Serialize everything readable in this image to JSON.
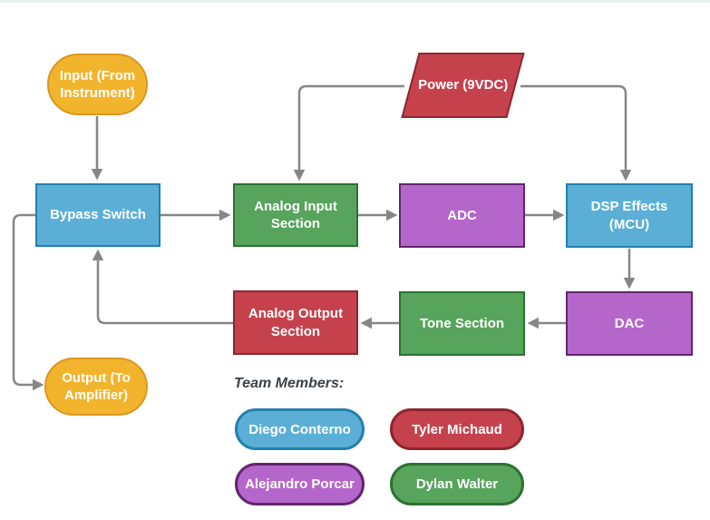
{
  "diagram": {
    "nodes": [
      {
        "id": "input-terminal",
        "label": "Input (From Instrument)",
        "shape": "stadium",
        "color": "yellow",
        "fill": "#F3B42D",
        "border": "#DB961E"
      },
      {
        "id": "bypass-switch",
        "label": "Bypass Switch",
        "shape": "rect",
        "color": "blue",
        "fill": "#5BAFD6",
        "border": "#2280AE"
      },
      {
        "id": "analog-input-section",
        "label": "Analog Input Section",
        "shape": "rect",
        "color": "green",
        "fill": "#57A45C",
        "border": "#2C7132"
      },
      {
        "id": "adc",
        "label": "ADC",
        "shape": "rect",
        "color": "purple",
        "fill": "#B566CB",
        "border": "#62256F"
      },
      {
        "id": "dsp-effects-mcu",
        "label": "DSP Effects (MCU)",
        "shape": "rect",
        "color": "blue",
        "fill": "#5BAFD6",
        "border": "#2280AE"
      },
      {
        "id": "power-9vdc",
        "label": "Power (9VDC)",
        "shape": "parallelogram",
        "color": "red",
        "fill": "#C5424D",
        "border": "#8E252E"
      },
      {
        "id": "dac",
        "label": "DAC",
        "shape": "rect",
        "color": "purple",
        "fill": "#B566CB",
        "border": "#62256F"
      },
      {
        "id": "tone-section",
        "label": "Tone Section",
        "shape": "rect",
        "color": "green",
        "fill": "#57A45C",
        "border": "#2C7132"
      },
      {
        "id": "analog-output-section",
        "label": "Analog Output Section",
        "shape": "rect",
        "color": "red",
        "fill": "#C5424D",
        "border": "#8E252E"
      },
      {
        "id": "output-terminal",
        "label": "Output (To Amplifier)",
        "shape": "stadium",
        "color": "yellow",
        "fill": "#F3B42D",
        "border": "#DB961E"
      }
    ],
    "connectors": [
      {
        "from": "input-terminal",
        "to": "bypass-switch"
      },
      {
        "from": "bypass-switch",
        "to": "analog-input-section"
      },
      {
        "from": "analog-input-section",
        "to": "adc"
      },
      {
        "from": "adc",
        "to": "dsp-effects-mcu"
      },
      {
        "from": "power-9vdc",
        "to": "analog-input-section"
      },
      {
        "from": "power-9vdc",
        "to": "dsp-effects-mcu"
      },
      {
        "from": "dsp-effects-mcu",
        "to": "dac"
      },
      {
        "from": "dac",
        "to": "tone-section"
      },
      {
        "from": "tone-section",
        "to": "analog-output-section"
      },
      {
        "from": "analog-output-section",
        "to": "bypass-switch"
      },
      {
        "from": "bypass-switch",
        "to": "output-terminal"
      }
    ],
    "connector_color": "#868686",
    "legend": {
      "title": "Team Members:",
      "members": [
        {
          "name": "Diego Conterno",
          "color": "blue",
          "fill": "#5BAFD6",
          "border": "#2280AE"
        },
        {
          "name": "Tyler Michaud",
          "color": "red",
          "fill": "#C5424D",
          "border": "#8E252E"
        },
        {
          "name": "Alejandro Porcar",
          "color": "purple",
          "fill": "#B566CB",
          "border": "#62256F"
        },
        {
          "name": "Dylan Walter",
          "color": "green",
          "fill": "#57A45C",
          "border": "#2C7132"
        }
      ]
    }
  }
}
